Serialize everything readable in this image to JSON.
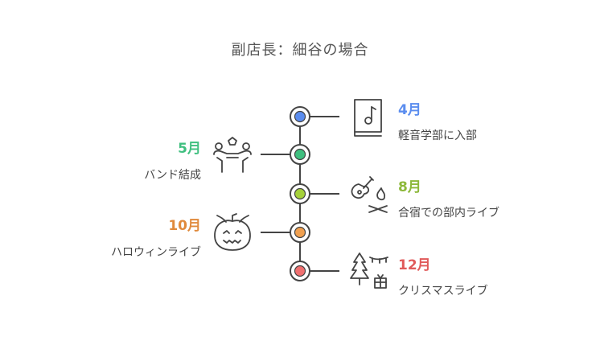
{
  "title": "副店長：細谷の場合",
  "colors": {
    "line": "#444444",
    "april": "#5B8DEF",
    "may": "#3FBF7F",
    "august": "#8DB83A",
    "october": "#E08A3C",
    "december": "#E05A5A"
  },
  "events": [
    {
      "month": "4月",
      "text": "軽音学部に入部",
      "side": "right",
      "icon": "music-book-icon"
    },
    {
      "month": "5月",
      "text": "バンド結成",
      "side": "left",
      "icon": "band-people-icon"
    },
    {
      "month": "8月",
      "text": "合宿での部内ライブ",
      "side": "right",
      "icon": "guitar-campfire-icon"
    },
    {
      "month": "10月",
      "text": "ハロウィンライブ",
      "side": "left",
      "icon": "pumpkin-icon"
    },
    {
      "month": "12月",
      "text": "クリスマスライブ",
      "side": "right",
      "icon": "christmas-tree-icon"
    }
  ]
}
